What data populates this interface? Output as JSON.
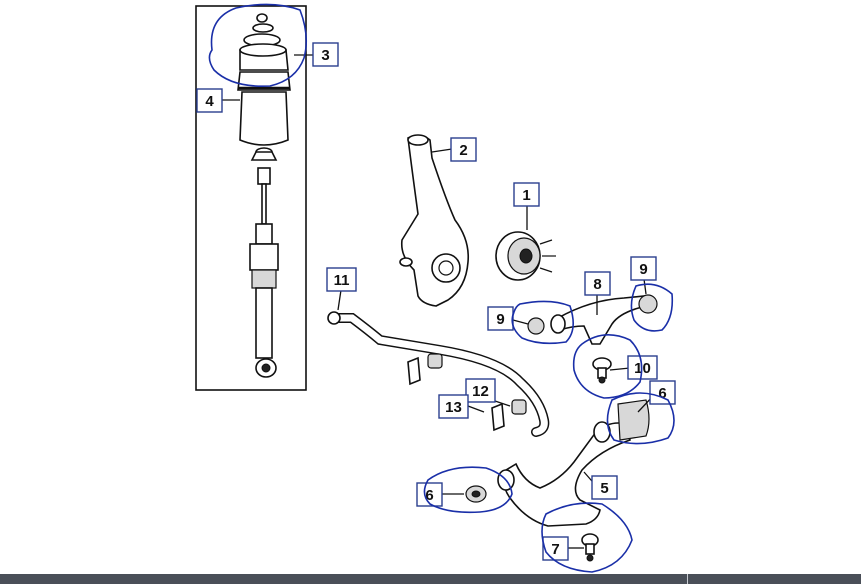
{
  "diagram": {
    "callouts": {
      "c1": "1",
      "c2": "2",
      "c3": "3",
      "c4": "4",
      "c5": "5",
      "c6a": "6",
      "c6b": "6",
      "c7": "7",
      "c8": "8",
      "c9a": "9",
      "c9b": "9",
      "c10": "10",
      "c11": "11",
      "c12": "12",
      "c13": "13"
    },
    "colors": {
      "annotation_ink": "#1a2fa8",
      "line_art": "#111111",
      "callout_border": "#2a3f8f",
      "taskbar": "#4a4f58"
    }
  }
}
